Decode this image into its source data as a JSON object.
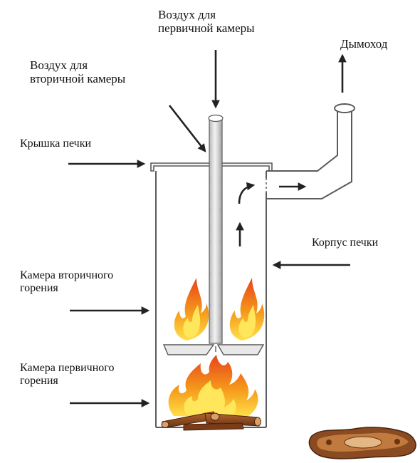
{
  "labels": {
    "primary_air": "Воздух для\nпервичной камеры",
    "secondary_air": "Воздух для\nвторичной камеры",
    "chimney": "Дымоход",
    "lid": "Крышка печки",
    "body": "Корпус печки",
    "secondary_chamber": "Камера вторичного\nгорения",
    "primary_chamber": "Камера первичного\nгорения"
  },
  "icons": {
    "flame": "flame-icon",
    "logs": "firewood-icon",
    "logo": "wooden-sign-logo"
  },
  "colors": {
    "outline": "#5a5a5a",
    "arrow": "#222222",
    "flame_outer": "#e8421c",
    "flame_mid": "#f59a1a",
    "flame_inner": "#ffe14a",
    "wood": "#8a4a22"
  }
}
